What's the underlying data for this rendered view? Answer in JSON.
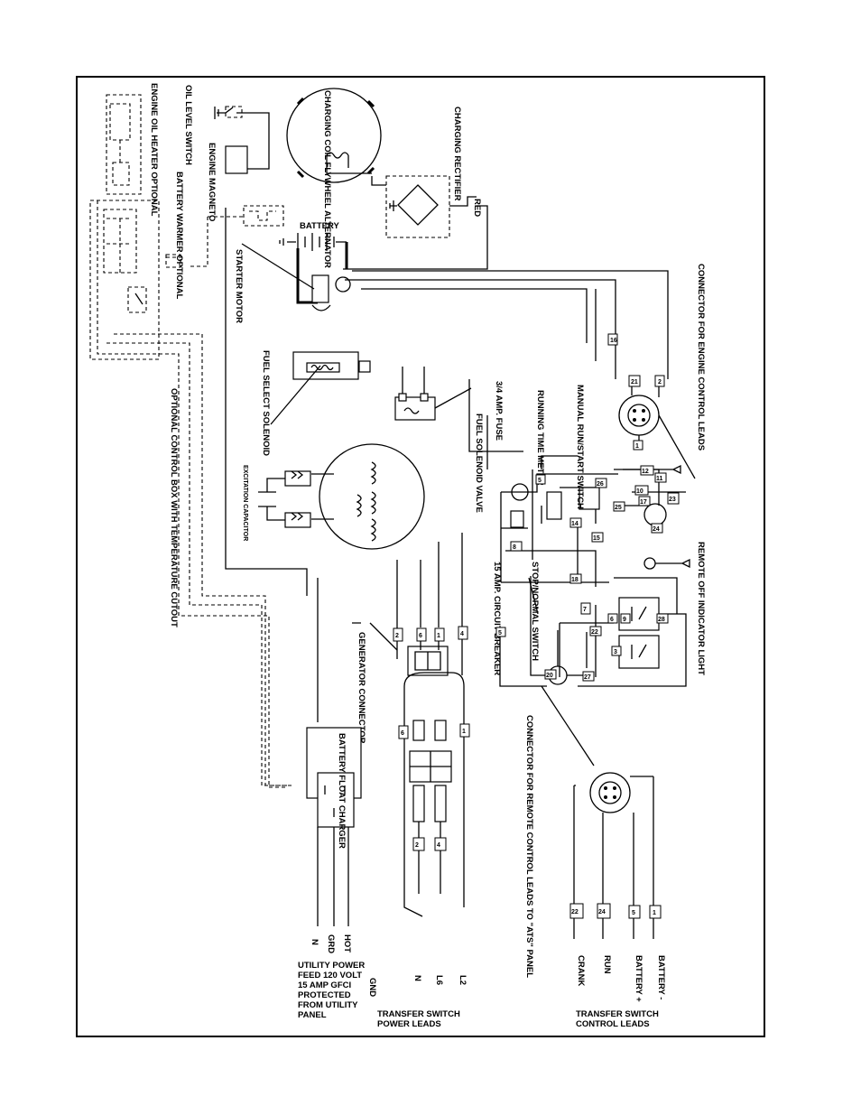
{
  "labels": {
    "engine_oil_heater": "ENGINE OIL HEATER OPTIONAL",
    "oil_level_switch": "OIL LEVEL SWITCH",
    "engine_magneto": "ENGINE MAGNETO",
    "charging_coil": "CHARGING COIL FLYWHEEL ALTERNATOR",
    "charging_rectifier": "CHARGING RECTIFIER",
    "red": "RED",
    "battery_warmer": "BATTERY WARMER OPTIONAL",
    "battery": "BATTERY",
    "starter_motor": "STARTER MOTOR",
    "fuel_select_solenoid": "FUEL SELECT SOLENOID",
    "fuel_solenoid_valve": "FUEL SOLENOID VALVE",
    "optional_control_box": "OPTIONAL CONTROL BOX WITH TEMPERATURE CUTOUT",
    "connector_engine_control": "CONNECTOR FOR ENGINE CONTROL LEADS",
    "manual_run_start": "MANUAL RUN/START SWITCH",
    "running_time_meter": "RUNNING TIME METER",
    "fuse": "3/4 AMP. FUSE",
    "excitation_capacitor": "EXCITATION CAPACITOR",
    "circuit_breaker": "15 AMP. CIRCUIT BREAKER",
    "stop_normal": "STOP/NORMAL SWITCH",
    "remote_off_light": "REMOTE OFF INDICATOR LIGHT",
    "generator_connector": "GENERATOR CONNECTOR",
    "connector_remote": "CONNECTOR FOR REMOTE CONTROL LEADS TO \"ATS\" PANEL",
    "battery_float_charger": "BATTERY FLOAT CHARGER",
    "hot": "HOT",
    "grd": "GRD",
    "n": "N",
    "gnd": "GND",
    "ts_n": "N",
    "ts_l6": "L6",
    "ts_l2": "L2",
    "battery_minus": "BATTERY -",
    "battery_plus": "BATTERY +",
    "run": "RUN",
    "crank": "CRANK"
  },
  "utility_power": [
    "UTILITY POWER",
    "FEED 120 VOLT",
    "15 AMP GFCI",
    "PROTECTED",
    "FROM UTILITY",
    "PANEL"
  ],
  "transfer_power_leads": [
    "TRANSFER SWITCH",
    "POWER LEADS"
  ],
  "transfer_control_leads": [
    "TRANSFER SWITCH",
    "CONTROL LEADS"
  ],
  "wire_tags": {
    "t1": "1",
    "t2": "2",
    "t3": "3",
    "t4": "4",
    "t5": "5",
    "t6": "6",
    "t7": "7",
    "t8": "8",
    "t9": "9",
    "t10": "10",
    "t11": "11",
    "t12": "12",
    "t14": "14",
    "t15": "15",
    "t16": "16",
    "t17": "17",
    "t18": "18",
    "t20": "20",
    "t21": "21",
    "t22": "22",
    "t23": "23",
    "t24": "24",
    "t25": "25",
    "t26": "26",
    "t27": "27",
    "t28": "28",
    "l1": "1",
    "l5": "5",
    "l22": "22",
    "l24": "24",
    "l4": "4",
    "l2": "2",
    "l6": "6"
  }
}
